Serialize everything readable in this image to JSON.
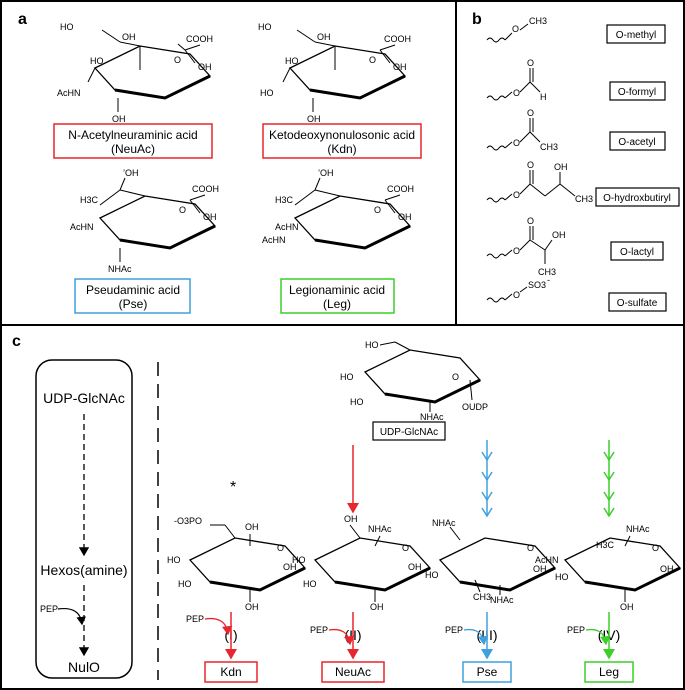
{
  "panel_letters": {
    "a": "a",
    "b": "b",
    "c": "c"
  },
  "panel_a": {
    "neuac": {
      "line1": "N-Acetylneuraminic acid",
      "line2": "(NeuAc)"
    },
    "kdn": {
      "line1": "Ketodeoxynonulosonic acid",
      "line2": "(Kdn)"
    },
    "pse": {
      "line1": "Pseudaminic acid",
      "line2": "(Pse)"
    },
    "leg": {
      "line1": "Legionaminic acid",
      "line2": "(Leg)"
    },
    "atoms": {
      "cooh": "COOH",
      "oh": "OH",
      "ho": "HO",
      "o": "O",
      "achn": "AcHN",
      "nhac": "NHAc",
      "h3c": "H3C",
      "oh_dot": "’OH"
    }
  },
  "panel_b": {
    "groups": [
      "O-methyl",
      "O-formyl",
      "O-acetyl",
      "O-hydroxbutiryl",
      "O-lactyl",
      "O-sulfate"
    ],
    "atoms": {
      "ch3": "CH3",
      "h": "H",
      "so3": "SO3",
      "so3_charge": "-"
    }
  },
  "panel_c": {
    "pathway": {
      "start": "UDP-GlcNAc",
      "middle": "Hexos(amine)",
      "pep": "PEP",
      "end": "NulO"
    },
    "udp_glcnac_box": "UDP-GlcNAc",
    "oudp": "OUDP",
    "asterisk": "*",
    "phosphate": "-O3PO",
    "roman": [
      "(I)",
      "(II)",
      "(III)",
      "(IV)"
    ],
    "pep": "PEP",
    "products": [
      "Kdn",
      "NeuAc",
      "Pse",
      "Leg"
    ],
    "colors": {
      "kdn": "#e8262d",
      "neuac": "#e8262d",
      "pse": "#3fa0e0",
      "leg": "#3ccf2a"
    }
  }
}
